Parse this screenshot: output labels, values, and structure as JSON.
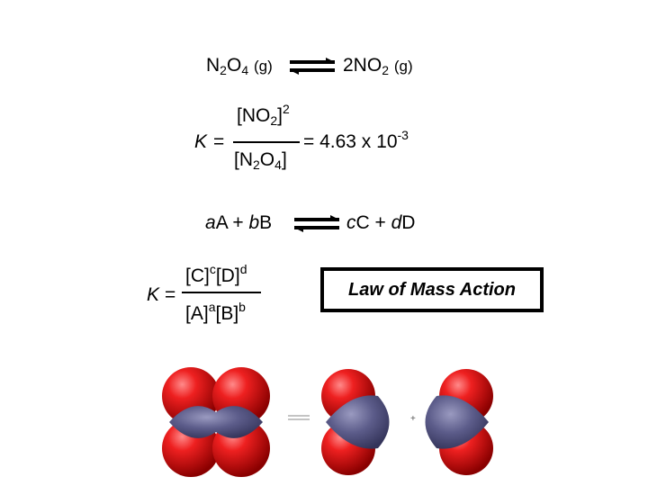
{
  "eq1": {
    "left": {
      "a": "N",
      "s1": "2",
      "b": "O",
      "s2": "4",
      "phase": "(g)"
    },
    "right": {
      "coef": "2NO",
      "s1": "2",
      "phase": "(g)"
    }
  },
  "k1": {
    "k": "K",
    "eq": "=",
    "num": {
      "open": "[NO",
      "s1": "2",
      "close": "]",
      "exp": "2"
    },
    "den": {
      "open": "[N",
      "s1": "2",
      "mid": "O",
      "s2": "4",
      "close": "]"
    },
    "value": {
      "text": "= 4.63 x 10",
      "exp": "-3"
    }
  },
  "eq2": {
    "left": {
      "a": "a",
      "A": "A + ",
      "b": "b",
      "B": "B"
    },
    "right": {
      "c": "c",
      "C": "C + ",
      "d": "d",
      "D": "D"
    }
  },
  "k2": {
    "k": "K",
    "eq": "=",
    "num": {
      "C": "[C]",
      "c": "c",
      "D": "[D]",
      "d": "d"
    },
    "den": {
      "A": "[A]",
      "a": "a",
      "B": "[B]",
      "b": "b"
    }
  },
  "law_box": {
    "label": "Law of Mass Action"
  },
  "molecule_row": {
    "plus": "+"
  },
  "colors": {
    "oxygen": "#e01010",
    "nitrogen": "#5c5c8a",
    "text": "#000000"
  }
}
